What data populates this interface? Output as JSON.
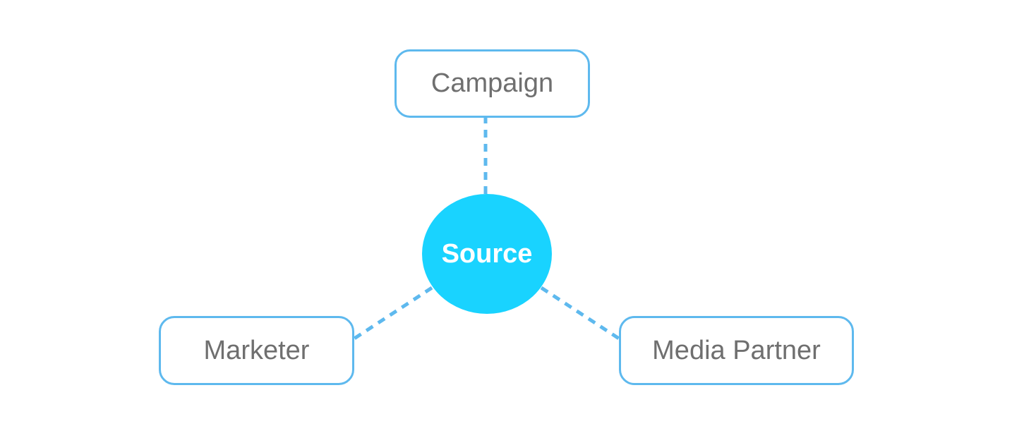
{
  "diagram": {
    "center": {
      "label": "Source"
    },
    "nodes": [
      {
        "id": "campaign",
        "label": "Campaign"
      },
      {
        "id": "marketer",
        "label": "Marketer"
      },
      {
        "id": "media_partner",
        "label": "Media Partner"
      }
    ],
    "edges": [
      {
        "from": "Source",
        "to": "Campaign",
        "style": "dashed"
      },
      {
        "from": "Source",
        "to": "Marketer",
        "style": "dashed"
      },
      {
        "from": "Source",
        "to": "Media Partner",
        "style": "dashed"
      }
    ]
  },
  "colors": {
    "center_fill": "#19D3FF",
    "node_border": "#5EB9EE",
    "connector": "#5EB9EE",
    "node_text": "#6F6F6F",
    "center_text": "#FFFFFF",
    "background": "#FFFFFF"
  }
}
